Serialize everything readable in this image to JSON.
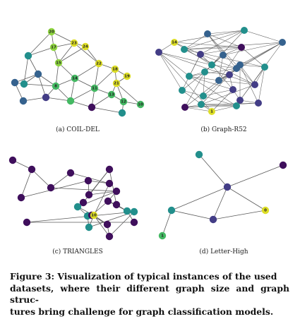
{
  "colors": {
    "purple": "#3f0f5c",
    "indigo": "#433d86",
    "blue": "#35628e",
    "teal": "#228f8c",
    "green": "#44b963",
    "lime": "#8fd640",
    "yellow": "#ddde26",
    "edge": "#5a5a5a"
  },
  "panels": [
    {
      "caption": "(a) COIL-DEL",
      "nodes": [
        {
          "label": "20",
          "color": "lime"
        },
        {
          "label": "17",
          "color": "lime"
        },
        {
          "label": "23",
          "color": "yellow"
        },
        {
          "label": "24",
          "color": "yellow"
        },
        {
          "label": "",
          "color": "teal"
        },
        {
          "label": "15",
          "color": "lime"
        },
        {
          "label": "22",
          "color": "yellow"
        },
        {
          "label": "18",
          "color": "yellow"
        },
        {
          "label": "19",
          "color": "yellow"
        },
        {
          "label": "21",
          "color": "yellow"
        },
        {
          "label": "",
          "color": "blue"
        },
        {
          "label": "",
          "color": "teal"
        },
        {
          "label": "14",
          "color": "green"
        },
        {
          "label": "",
          "color": "blue"
        },
        {
          "label": "8",
          "color": "green"
        },
        {
          "label": "11",
          "color": "green"
        },
        {
          "label": "13",
          "color": "green"
        },
        {
          "label": "",
          "color": "blue"
        },
        {
          "label": "",
          "color": "indigo"
        },
        {
          "label": "",
          "color": "green"
        },
        {
          "label": "",
          "color": "purple"
        },
        {
          "label": "12",
          "color": "green"
        },
        {
          "label": "10",
          "color": "green"
        },
        {
          "label": "",
          "color": "teal"
        }
      ],
      "edges": [
        [
          0,
          1
        ],
        [
          0,
          2
        ],
        [
          0,
          4
        ],
        [
          1,
          2
        ],
        [
          1,
          5
        ],
        [
          1,
          4
        ],
        [
          2,
          3
        ],
        [
          2,
          5
        ],
        [
          2,
          6
        ],
        [
          3,
          6
        ],
        [
          3,
          5
        ],
        [
          5,
          12
        ],
        [
          5,
          14
        ],
        [
          6,
          7
        ],
        [
          6,
          12
        ],
        [
          6,
          15
        ],
        [
          7,
          8
        ],
        [
          7,
          9
        ],
        [
          8,
          9
        ],
        [
          9,
          16
        ],
        [
          9,
          21
        ],
        [
          9,
          22
        ],
        [
          4,
          11
        ],
        [
          4,
          13
        ],
        [
          11,
          13
        ],
        [
          11,
          14
        ],
        [
          10,
          13
        ],
        [
          10,
          17
        ],
        [
          13,
          18
        ],
        [
          13,
          14
        ],
        [
          14,
          18
        ],
        [
          14,
          19
        ],
        [
          12,
          14
        ],
        [
          12,
          15
        ],
        [
          15,
          16
        ],
        [
          15,
          20
        ],
        [
          16,
          21
        ],
        [
          16,
          20
        ],
        [
          19,
          20
        ],
        [
          20,
          23
        ],
        [
          21,
          22
        ],
        [
          21,
          23
        ],
        [
          18,
          19
        ],
        [
          17,
          18
        ],
        [
          12,
          19
        ],
        [
          15,
          19
        ],
        [
          7,
          15
        ],
        [
          11,
          10
        ]
      ]
    },
    {
      "caption": "(b) Graph-R52",
      "nodes": [
        {
          "label": "",
          "color": "teal"
        },
        {
          "label": "",
          "color": "blue"
        },
        {
          "label": "14",
          "color": "yellow"
        },
        {
          "label": "",
          "color": "teal"
        },
        {
          "label": "",
          "color": "purple"
        },
        {
          "label": "",
          "color": "indigo"
        },
        {
          "label": "",
          "color": "blue"
        },
        {
          "label": "",
          "color": "teal"
        },
        {
          "label": "",
          "color": "blue"
        },
        {
          "label": "",
          "color": "blue"
        },
        {
          "label": "",
          "color": "indigo"
        },
        {
          "label": "",
          "color": "teal"
        },
        {
          "label": "",
          "color": "blue"
        },
        {
          "label": "",
          "color": "indigo"
        },
        {
          "label": "",
          "color": "teal"
        },
        {
          "label": "",
          "color": "indigo"
        },
        {
          "label": "",
          "color": "blue"
        },
        {
          "label": "",
          "color": "teal"
        },
        {
          "label": "",
          "color": "teal"
        },
        {
          "label": "",
          "color": "teal"
        },
        {
          "label": "",
          "color": "indigo"
        },
        {
          "label": "",
          "color": "indigo"
        },
        {
          "label": "1",
          "color": "yellow"
        },
        {
          "label": "",
          "color": "teal"
        },
        {
          "label": "",
          "color": "purple"
        },
        {
          "label": "",
          "color": "teal"
        },
        {
          "label": "",
          "color": "indigo"
        }
      ],
      "edges": [
        [
          0,
          1
        ],
        [
          0,
          2
        ],
        [
          0,
          3
        ],
        [
          0,
          5
        ],
        [
          0,
          7
        ],
        [
          1,
          4
        ],
        [
          1,
          6
        ],
        [
          1,
          3
        ],
        [
          1,
          8
        ],
        [
          2,
          5
        ],
        [
          2,
          10
        ],
        [
          2,
          7
        ],
        [
          3,
          4
        ],
        [
          3,
          9
        ],
        [
          3,
          13
        ],
        [
          4,
          6
        ],
        [
          4,
          5
        ],
        [
          4,
          17
        ],
        [
          5,
          7
        ],
        [
          5,
          8
        ],
        [
          5,
          11
        ],
        [
          6,
          7
        ],
        [
          6,
          9
        ],
        [
          6,
          12
        ],
        [
          7,
          8
        ],
        [
          7,
          10
        ],
        [
          7,
          14
        ],
        [
          8,
          9
        ],
        [
          8,
          11
        ],
        [
          8,
          15
        ],
        [
          9,
          12
        ],
        [
          9,
          16
        ],
        [
          10,
          13
        ],
        [
          10,
          11
        ],
        [
          10,
          18
        ],
        [
          11,
          12
        ],
        [
          11,
          14
        ],
        [
          11,
          20
        ],
        [
          12,
          13
        ],
        [
          12,
          15
        ],
        [
          12,
          16
        ],
        [
          13,
          17
        ],
        [
          13,
          16
        ],
        [
          14,
          15
        ],
        [
          14,
          19
        ],
        [
          14,
          18
        ],
        [
          15,
          16
        ],
        [
          15,
          20
        ],
        [
          16,
          17
        ],
        [
          16,
          21
        ],
        [
          17,
          21
        ],
        [
          18,
          19
        ],
        [
          18,
          22
        ],
        [
          19,
          20
        ],
        [
          19,
          23
        ],
        [
          20,
          21
        ],
        [
          20,
          22
        ],
        [
          21,
          26
        ],
        [
          22,
          23
        ],
        [
          22,
          24
        ],
        [
          23,
          24
        ],
        [
          23,
          25
        ],
        [
          24,
          25
        ],
        [
          25,
          26
        ],
        [
          24,
          26
        ],
        [
          2,
          4
        ],
        [
          0,
          9
        ],
        [
          6,
          14
        ],
        [
          1,
          13
        ],
        [
          3,
          17
        ],
        [
          8,
          19
        ],
        [
          9,
          21
        ],
        [
          10,
          22
        ],
        [
          11,
          23
        ],
        [
          12,
          24
        ],
        [
          15,
          25
        ],
        [
          16,
          26
        ],
        [
          5,
          18
        ],
        [
          4,
          12
        ],
        [
          7,
          20
        ],
        [
          13,
          25
        ],
        [
          14,
          24
        ],
        [
          17,
          26
        ]
      ]
    },
    {
      "caption": "(c) TRIANGLES",
      "nodes": [
        {
          "label": "",
          "color": "purple"
        },
        {
          "label": "",
          "color": "purple"
        },
        {
          "label": "",
          "color": "purple"
        },
        {
          "label": "",
          "color": "purple"
        },
        {
          "label": "",
          "color": "purple"
        },
        {
          "label": "",
          "color": "purple"
        },
        {
          "label": "",
          "color": "purple"
        },
        {
          "label": "",
          "color": "purple"
        },
        {
          "label": "",
          "color": "purple"
        },
        {
          "label": "",
          "color": "purple"
        },
        {
          "label": "",
          "color": "purple"
        },
        {
          "label": "",
          "color": "teal"
        },
        {
          "label": "",
          "color": "purple"
        },
        {
          "label": "",
          "color": "purple"
        },
        {
          "label": "",
          "color": "teal"
        },
        {
          "label": "",
          "color": "teal"
        },
        {
          "label": "",
          "color": "purple"
        },
        {
          "label": "",
          "color": "purple"
        },
        {
          "label": "10",
          "color": "yellow"
        },
        {
          "label": "",
          "color": "teal"
        },
        {
          "label": "",
          "color": "purple"
        },
        {
          "label": "",
          "color": "purple"
        },
        {
          "label": "",
          "color": "teal"
        },
        {
          "label": "",
          "color": "purple"
        }
      ],
      "edges": [
        [
          0,
          1
        ],
        [
          1,
          2
        ],
        [
          1,
          3
        ],
        [
          2,
          5
        ],
        [
          3,
          4
        ],
        [
          4,
          8
        ],
        [
          5,
          8
        ],
        [
          5,
          7
        ],
        [
          6,
          7
        ],
        [
          7,
          9
        ],
        [
          6,
          10
        ],
        [
          9,
          13
        ],
        [
          10,
          11
        ],
        [
          11,
          14
        ],
        [
          11,
          18
        ],
        [
          12,
          13
        ],
        [
          12,
          15
        ],
        [
          13,
          15
        ],
        [
          13,
          16
        ],
        [
          15,
          17
        ],
        [
          16,
          18
        ],
        [
          14,
          19
        ],
        [
          18,
          19
        ],
        [
          18,
          20
        ],
        [
          18,
          21
        ],
        [
          19,
          22
        ],
        [
          20,
          21
        ],
        [
          21,
          22
        ],
        [
          17,
          23
        ],
        [
          22,
          23
        ],
        [
          8,
          18
        ],
        [
          9,
          11
        ],
        [
          20,
          16
        ],
        [
          3,
          9
        ],
        [
          6,
          12
        ]
      ]
    },
    {
      "caption": "(d) Letter-High",
      "nodes": [
        {
          "label": "",
          "color": "teal"
        },
        {
          "label": "",
          "color": "purple"
        },
        {
          "label": "",
          "color": "indigo"
        },
        {
          "label": "",
          "color": "teal"
        },
        {
          "label": "0",
          "color": "yellow"
        },
        {
          "label": "",
          "color": "indigo"
        },
        {
          "label": "1",
          "color": "green"
        }
      ],
      "edges": [
        [
          0,
          2
        ],
        [
          1,
          2
        ],
        [
          2,
          3
        ],
        [
          2,
          4
        ],
        [
          2,
          5
        ],
        [
          3,
          5
        ],
        [
          5,
          4
        ],
        [
          3,
          6
        ]
      ]
    }
  ],
  "figure_caption": [
    "Figure 3: Visualization of typical instances of the used",
    "datasets, where their different graph size and graph struc-",
    "tures bring challenge for graph classification models."
  ]
}
